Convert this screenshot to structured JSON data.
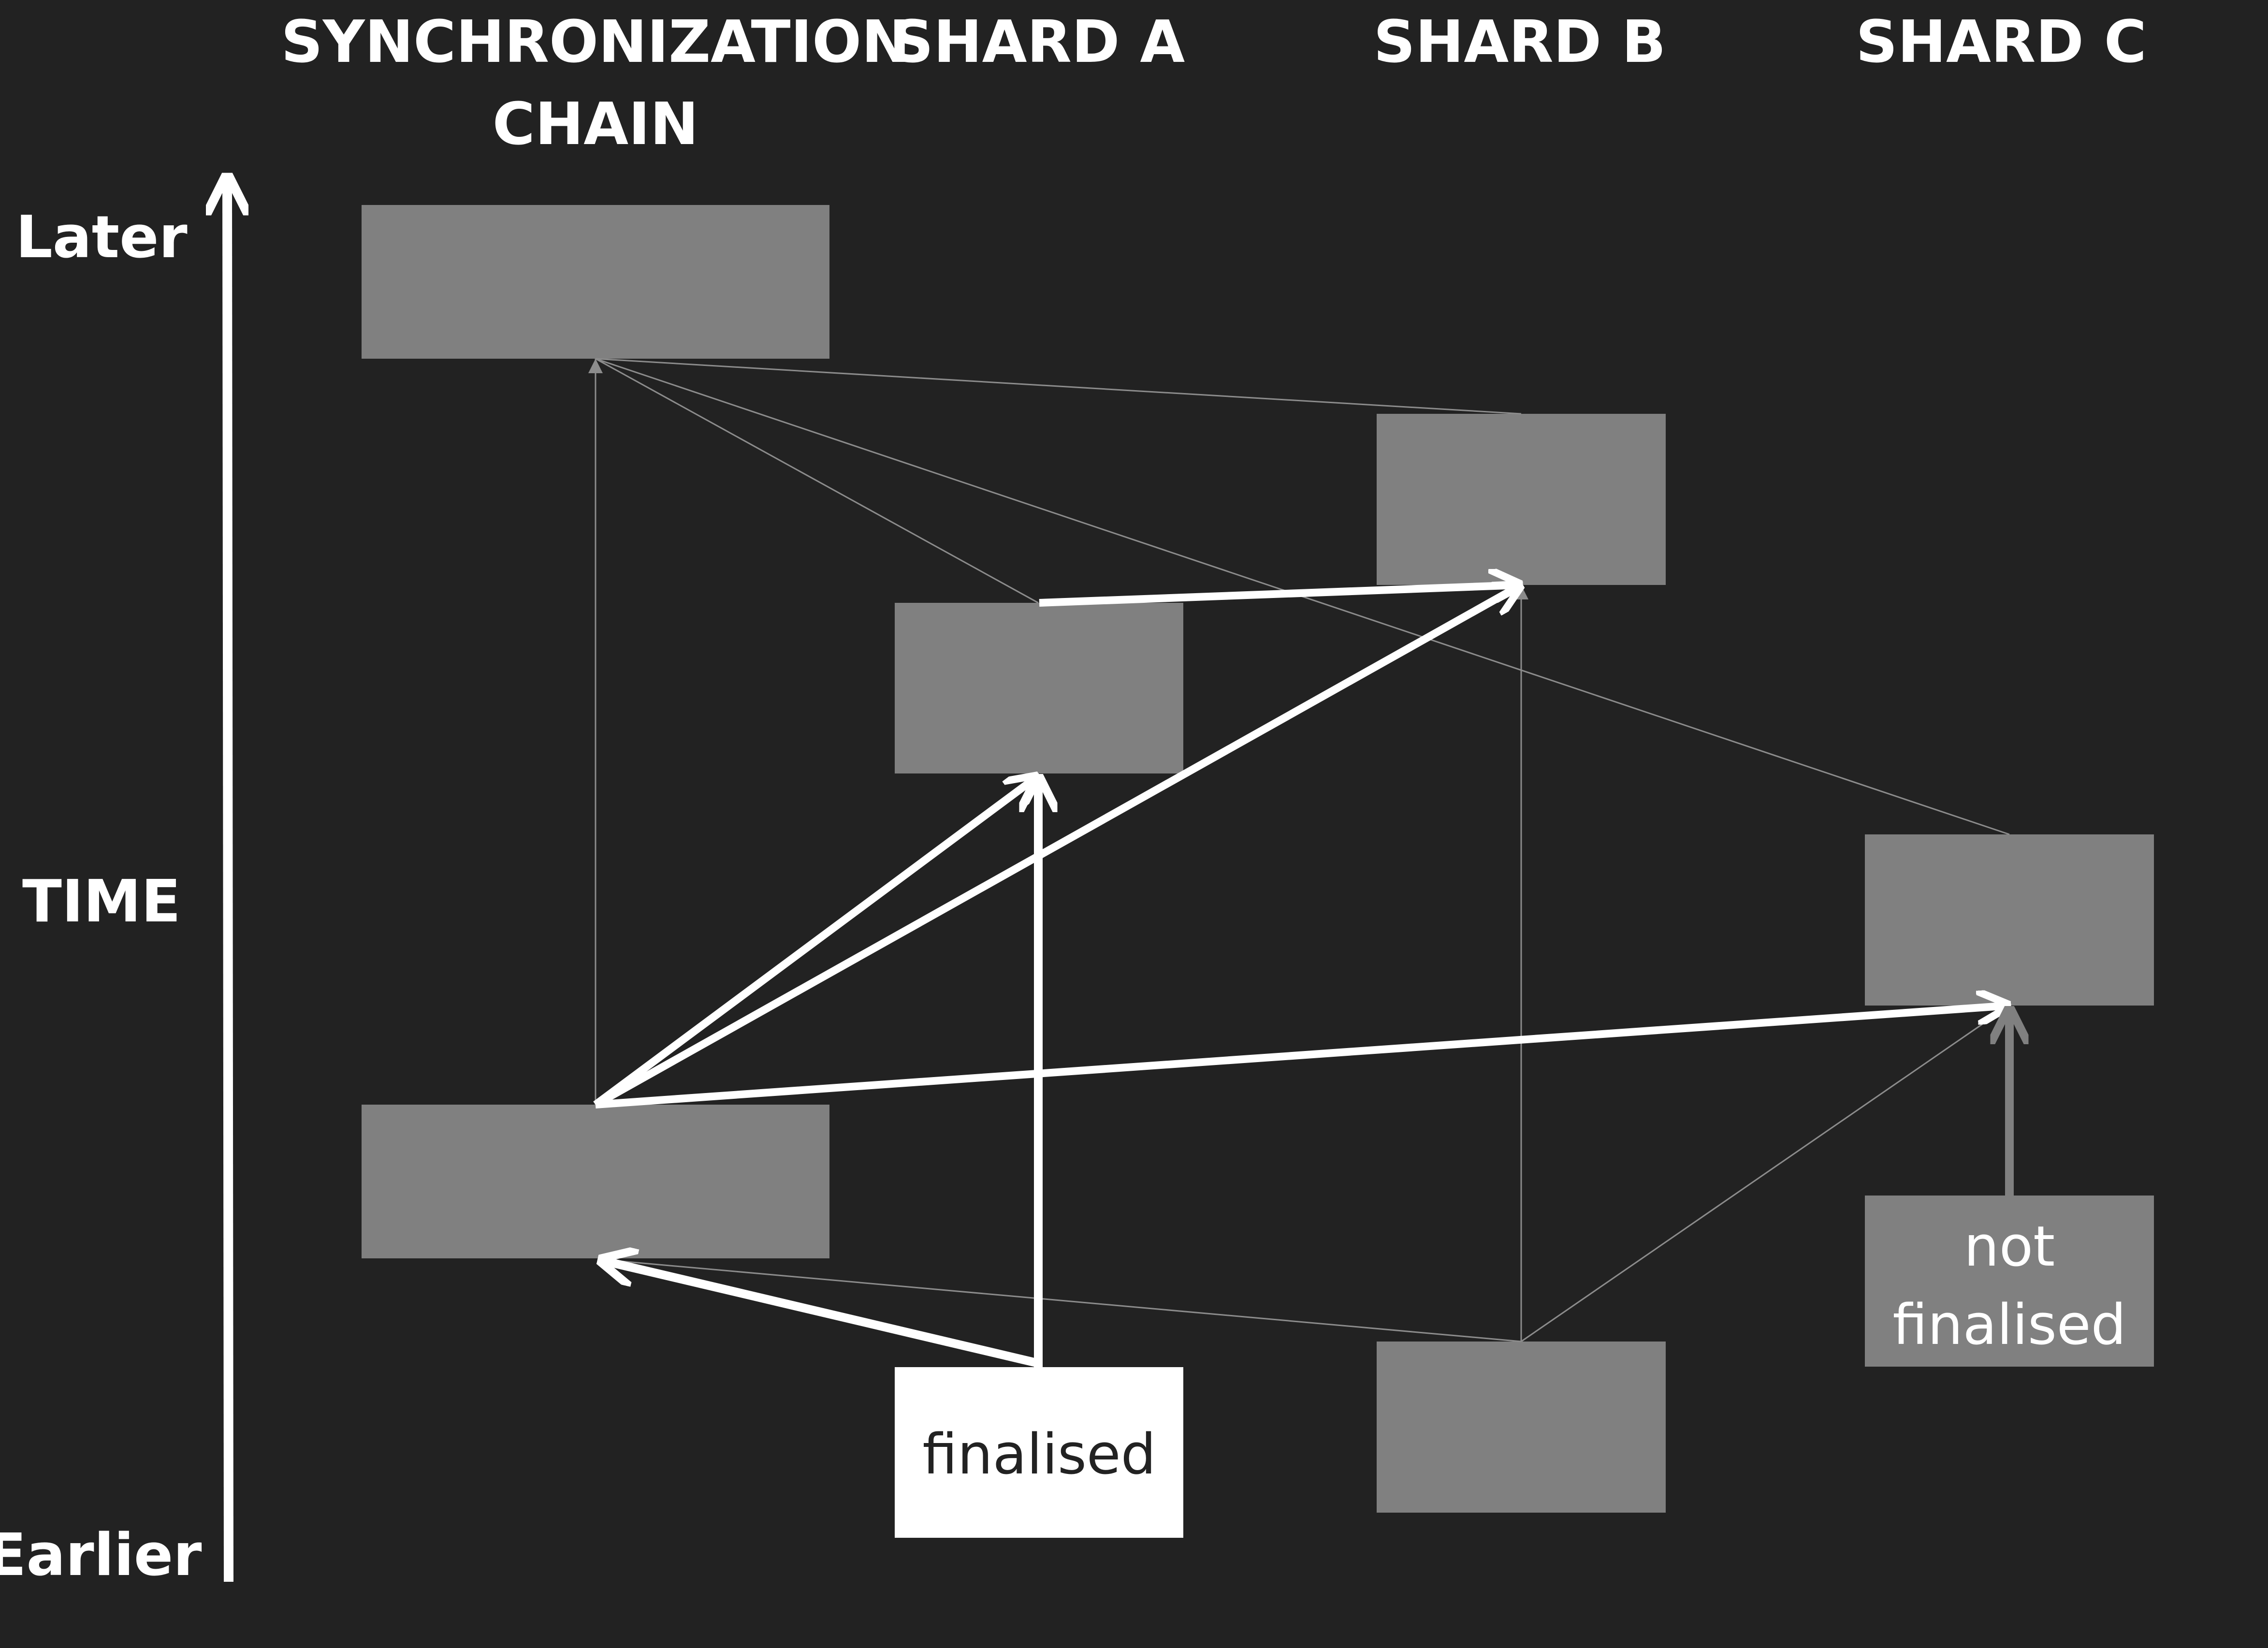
{
  "headers": {
    "sync_line1": "SYNCHRONIZATION",
    "sync_line2": "CHAIN",
    "shard_a": "SHARD A",
    "shard_b": "SHARD B",
    "shard_c": "SHARD C"
  },
  "time_axis": {
    "later": "Later",
    "time": "TIME",
    "earlier": "Earlier"
  },
  "blocks": {
    "shard_a_bottom": {
      "line1": "finalised"
    },
    "shard_c_bottom": {
      "line1": "not",
      "line2": "finalised"
    }
  },
  "colors": {
    "background": "#222222",
    "block_fill": "#808080",
    "finalised_fill": "#ffffff",
    "strong_arrow": "#ffffff",
    "thin_link": "#8c8c8c"
  }
}
